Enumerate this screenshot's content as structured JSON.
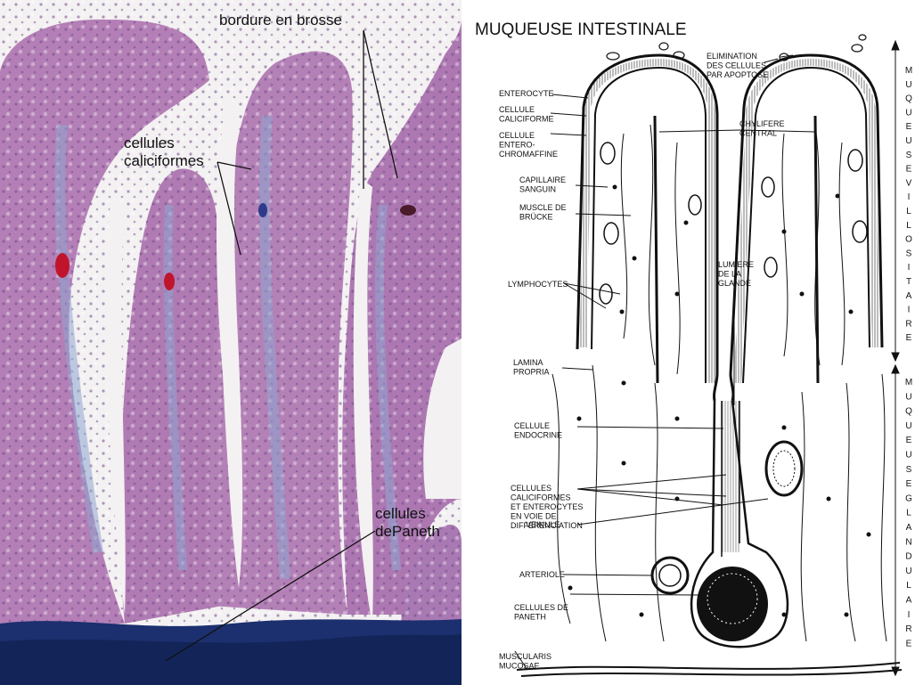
{
  "photo": {
    "labels": {
      "brush_border": "bordure en brosse",
      "goblet_l1": "cellules",
      "goblet_l2": "caliciformes",
      "paneth_l1": "cellules",
      "paneth_l2": "dePaneth"
    },
    "colors": {
      "tissue": "#b47fb6",
      "tissue_dark": "#8d5d9a",
      "background": "#f4f1f2",
      "base_stain": "#1c2f6e",
      "core_blue": "#8ea6cf",
      "erythrocyte": "#c0142d"
    }
  },
  "diagram": {
    "title": "MUQUEUSE INTESTINALE",
    "labels": {
      "elimination": [
        "ELIMINATION",
        "DES CELLULES",
        "PAR APOPTOSE"
      ],
      "enterocyte": [
        "ENTEROCYTE"
      ],
      "caliciforme": [
        "CELLULE",
        "CALICIFORME"
      ],
      "enterochrom": [
        "CELLULE",
        "ENTERO-",
        "CHROMAFFINE"
      ],
      "chylifere": [
        "CHYLIFERE",
        "CENTRAL"
      ],
      "capillaire": [
        "CAPILLAIRE",
        "SANGUIN"
      ],
      "brucke": [
        "MUSCLE DE",
        "BRÜCKE"
      ],
      "lymphocytes": [
        "LYMPHOCYTES"
      ],
      "lumiere": [
        "LUMIERE",
        "DE LA",
        "GLANDE"
      ],
      "lamina": [
        "LAMINA",
        "PROPRIA"
      ],
      "endocrine": [
        "CELLULE",
        "ENDOCRINE"
      ],
      "differenciation": [
        "CELLULES",
        "CALICIFORMES",
        "ET ENTEROCYTES",
        "EN VOIE DE",
        "DIFFERENCIATION"
      ],
      "veinule": [
        "VEINULE"
      ],
      "arteriole": [
        "ARTERIOLE"
      ],
      "paneth": [
        "CELLULES DE",
        "PANETH"
      ],
      "muscularis": [
        "MUSCULARIS",
        "MUCOSAE"
      ]
    },
    "side_labels": {
      "villositaire": [
        "M",
        "U",
        "Q",
        "U",
        "E",
        "U",
        "S",
        "E",
        "V",
        "I",
        "L",
        "L",
        "O",
        "S",
        "I",
        "T",
        "A",
        "I",
        "R",
        "E"
      ],
      "glandulaire": [
        "M",
        "U",
        "Q",
        "U",
        "E",
        "U",
        "S",
        "E",
        "G",
        "L",
        "A",
        "N",
        "D",
        "U",
        "L",
        "A",
        "I",
        "R",
        "E"
      ]
    }
  }
}
